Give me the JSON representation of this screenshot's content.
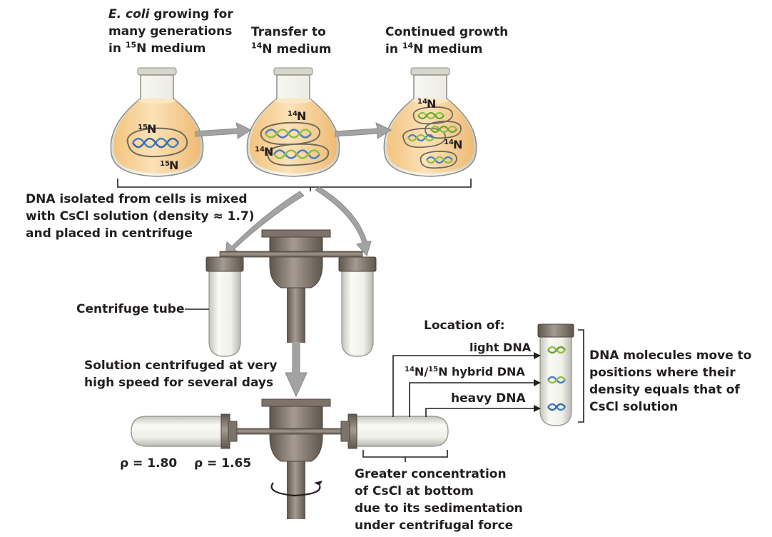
{
  "flasks": [
    {
      "line1_em": "E. coli",
      "line1_rest": " growing for",
      "line2": "many generations",
      "line3_pre": "in ",
      "line3_sup": "15",
      "line3_post": "N medium",
      "isotope_labels": [
        {
          "sup": "15",
          "letter": "N"
        },
        {
          "sup": "15",
          "letter": "N"
        }
      ]
    },
    {
      "line1": "Transfer to",
      "line2_sup": "14",
      "line2_post": "N medium",
      "isotope_labels": [
        {
          "sup": "14",
          "letter": "N"
        },
        {
          "sup": "14",
          "letter": "N"
        }
      ]
    },
    {
      "line1": "Continued growth",
      "line2_pre": "in ",
      "line2_sup": "14",
      "line2_post": "N medium",
      "isotope_labels": [
        {
          "sup": "14",
          "letter": "N"
        },
        {
          "sup": "14",
          "letter": "N"
        }
      ]
    }
  ],
  "mixing_step": [
    "DNA isolated from cells is mixed",
    "with CsCl solution (density ≈ 1.7)",
    "and placed in centrifuge"
  ],
  "centrifuge_tube_label": "Centrifuge tube",
  "centrifuge_step": [
    "Solution centrifuged at very",
    "high speed for several days"
  ],
  "densities": [
    "ρ = 1.80",
    "ρ = 1.65"
  ],
  "sedimentation_note": [
    "Greater concentration",
    "of CsCl at bottom",
    "due to its sedimentation",
    "under centrifugal force"
  ],
  "location": {
    "heading": "Location of:",
    "light": "light DNA",
    "hybrid_sup1": "14",
    "hybrid_mid": "N/",
    "hybrid_sup2": "15",
    "hybrid_post": "N hybrid DNA",
    "heavy": "heavy DNA"
  },
  "result_note": [
    "DNA molecules move to",
    "positions where their",
    "density equals that of",
    "CsCl solution"
  ],
  "colors": {
    "medium": "#f7cf95",
    "metal": "#8c8176",
    "metal_dark": "#5e554c",
    "arrow": "#9d9d9d",
    "dna_blue": "#4a7fc1",
    "dna_green": "#8fbf45"
  }
}
